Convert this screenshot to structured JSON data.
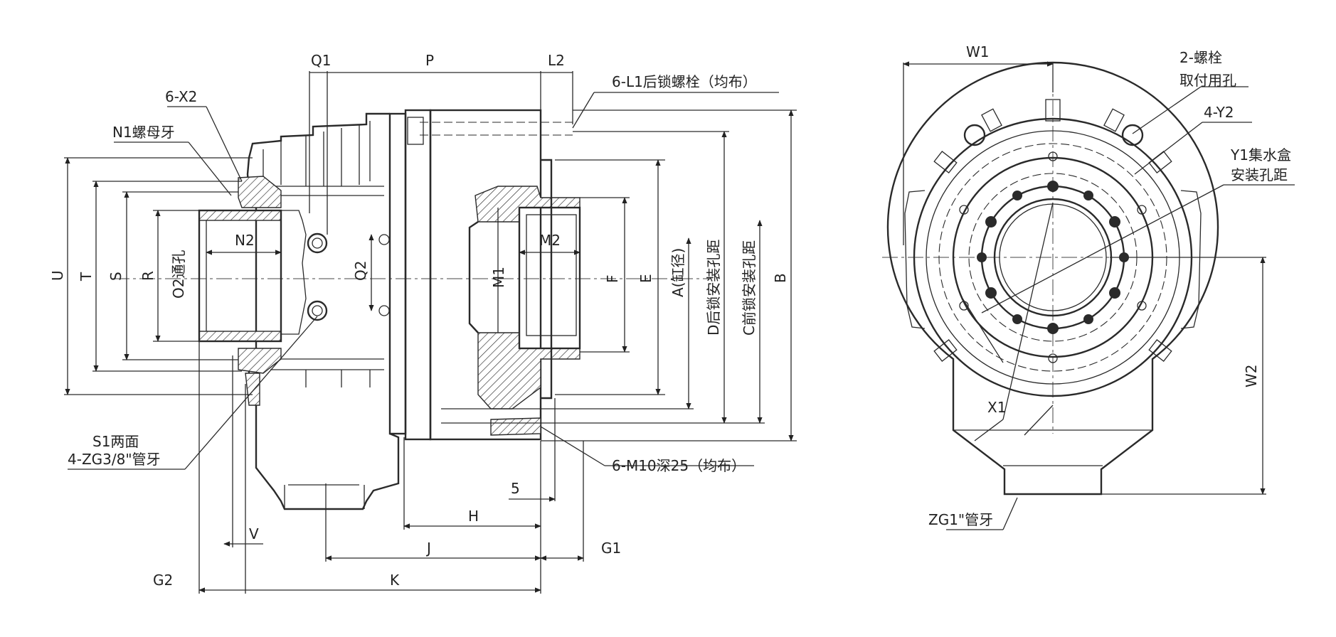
{
  "labels": {
    "Q1": "Q1",
    "P": "P",
    "L2": "L2",
    "L1": "6-L1后锁螺栓（均布）",
    "X2": "6-X2",
    "N1": "N1螺母牙",
    "U": "U",
    "T": "T",
    "S": "S",
    "R": "R",
    "O": "O2通孔",
    "N2": "N2",
    "Q2": "Q2",
    "M1": "M1",
    "M2": "M2",
    "F": "F",
    "E": "E",
    "A": "A(缸径)",
    "D": "D后锁安装孔距",
    "C": "C前锁安装孔距",
    "B": "B",
    "S1": "S1两面",
    "ZG38": "4-ZG3/8\"管牙",
    "M10": "6-M10深25（均布）",
    "S5": "5",
    "H": "H",
    "V": "V",
    "J": "J",
    "G1": "G1",
    "G2": "G2",
    "K": "K",
    "W1": "W1",
    "bolt2a": "2-螺栓",
    "bolt2b": "取付用孔",
    "Y2": "4-Y2",
    "Y1a": "Y1集水盒",
    "Y1b": "安装孔距",
    "W2": "W2",
    "X1": "X1",
    "ZG1": "ZG1\"管牙"
  }
}
